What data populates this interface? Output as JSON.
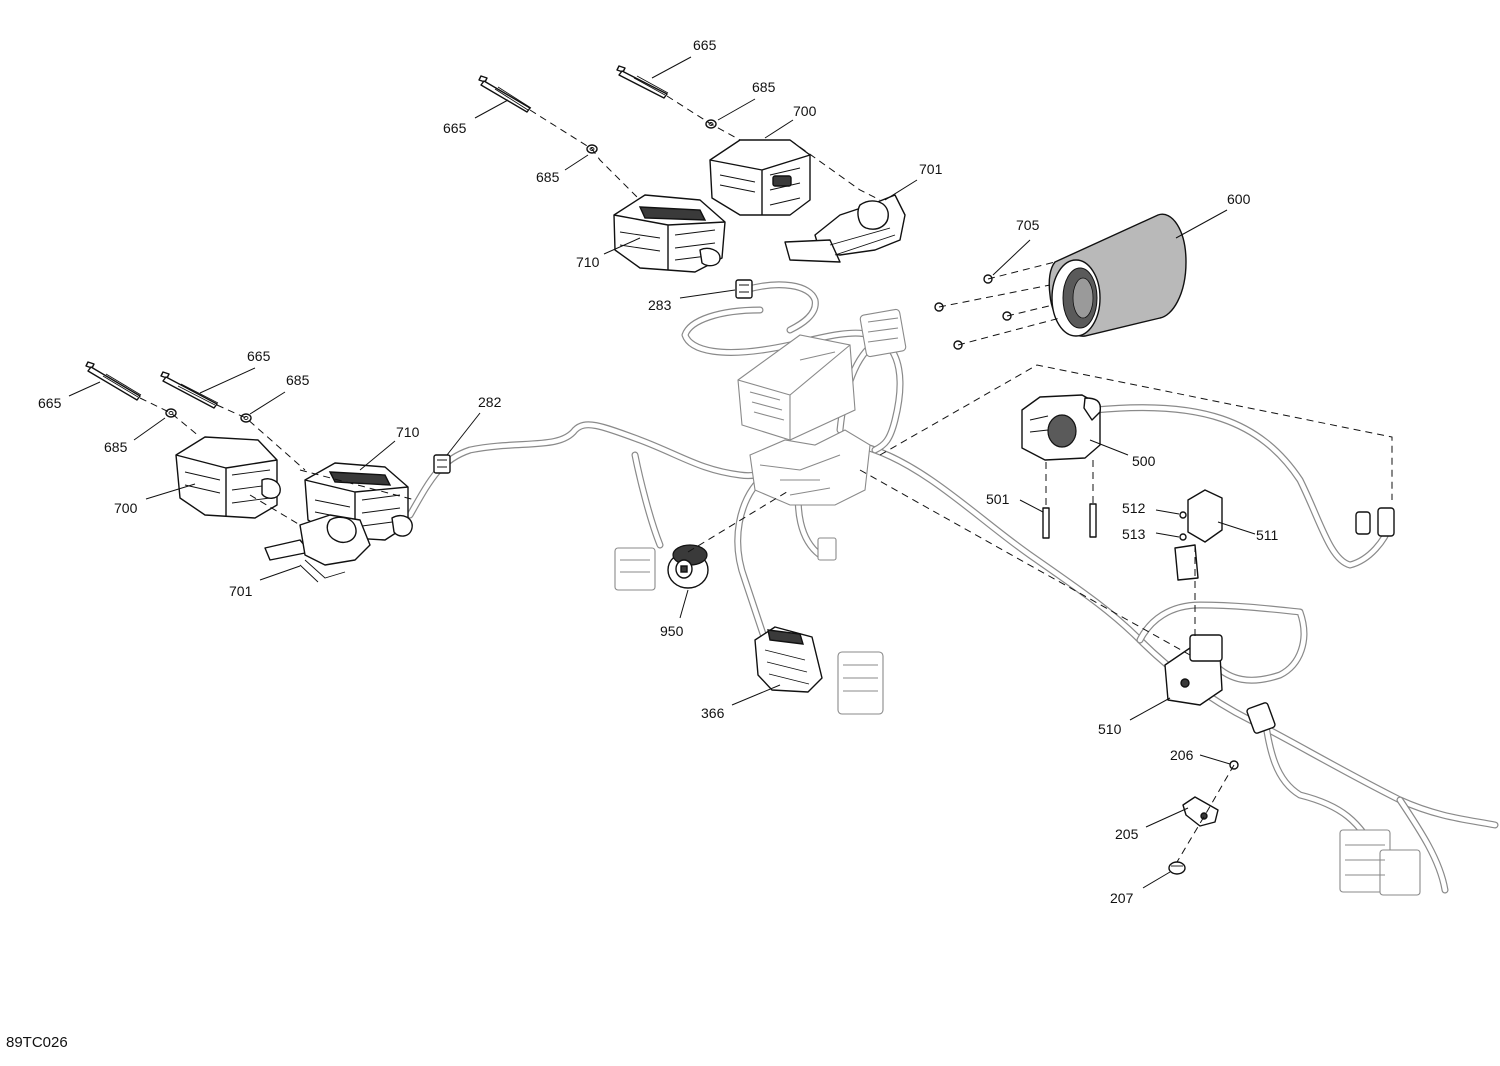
{
  "diagram": {
    "figure_id": "89TC026",
    "callouts": [
      {
        "id": "c-665-a",
        "label": "665"
      },
      {
        "id": "c-685-a",
        "label": "685"
      },
      {
        "id": "c-700-a",
        "label": "700"
      },
      {
        "id": "c-665-b",
        "label": "665"
      },
      {
        "id": "c-685-b",
        "label": "685"
      },
      {
        "id": "c-701-a",
        "label": "701"
      },
      {
        "id": "c-710-a",
        "label": "710"
      },
      {
        "id": "c-283",
        "label": "283"
      },
      {
        "id": "c-705",
        "label": "705"
      },
      {
        "id": "c-600",
        "label": "600"
      },
      {
        "id": "c-665-c",
        "label": "665"
      },
      {
        "id": "c-685-c",
        "label": "685"
      },
      {
        "id": "c-665-d",
        "label": "665"
      },
      {
        "id": "c-685-d",
        "label": "685"
      },
      {
        "id": "c-710-b",
        "label": "710"
      },
      {
        "id": "c-700-b",
        "label": "700"
      },
      {
        "id": "c-701-b",
        "label": "701"
      },
      {
        "id": "c-282",
        "label": "282"
      },
      {
        "id": "c-500",
        "label": "500"
      },
      {
        "id": "c-501",
        "label": "501"
      },
      {
        "id": "c-512",
        "label": "512"
      },
      {
        "id": "c-513",
        "label": "513"
      },
      {
        "id": "c-511",
        "label": "511"
      },
      {
        "id": "c-950",
        "label": "950"
      },
      {
        "id": "c-366",
        "label": "366"
      },
      {
        "id": "c-510",
        "label": "510"
      },
      {
        "id": "c-206",
        "label": "206"
      },
      {
        "id": "c-205",
        "label": "205"
      },
      {
        "id": "c-207",
        "label": "207"
      }
    ]
  }
}
